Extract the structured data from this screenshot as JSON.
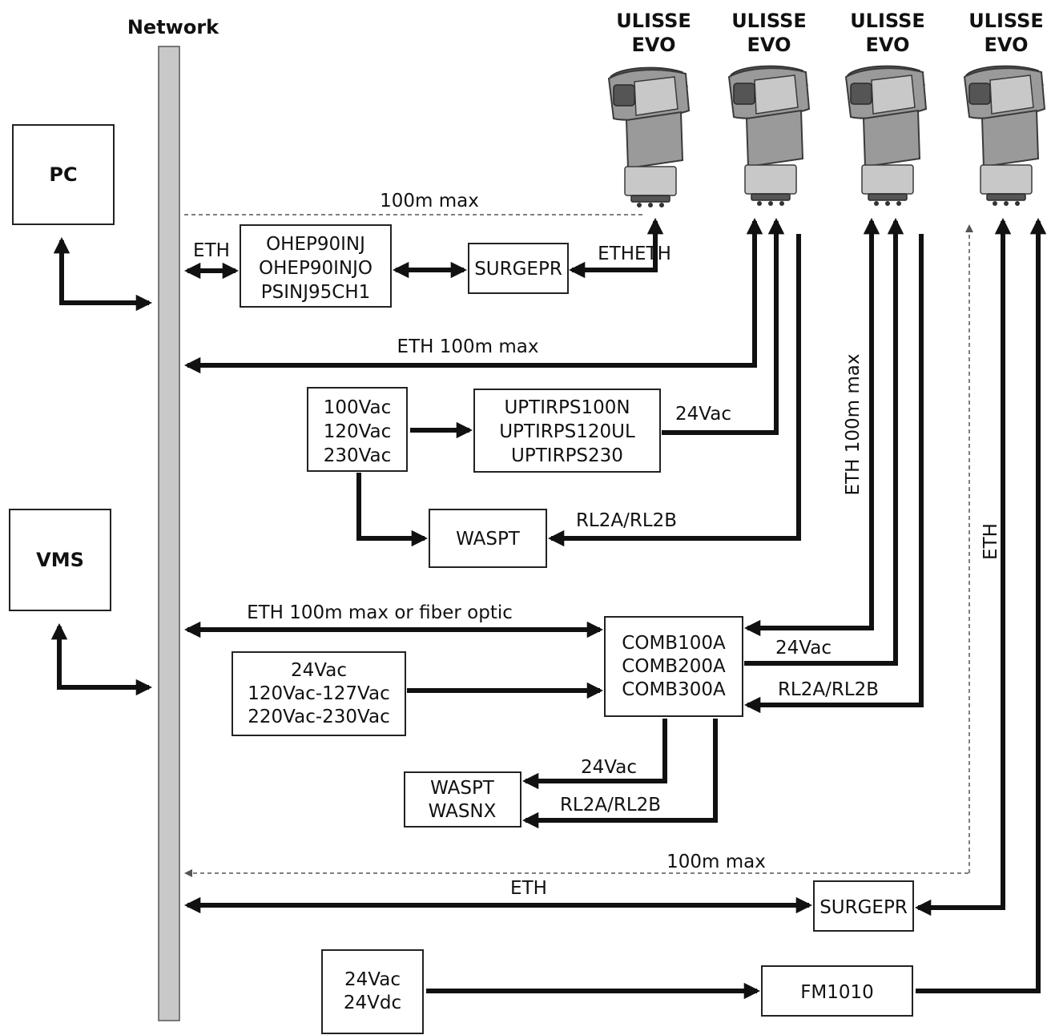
{
  "network_label": "Network",
  "side_boxes": {
    "pc": "PC",
    "vms": "VMS"
  },
  "cameras": [
    {
      "line1": "ULISSE",
      "line2": "EVO"
    },
    {
      "line1": "ULISSE",
      "line2": "EVO"
    },
    {
      "line1": "ULISSE",
      "line2": "EVO"
    },
    {
      "line1": "ULISSE",
      "line2": "EVO"
    }
  ],
  "boxes": {
    "injector": [
      "OHEP90INJ",
      "OHEP90INJO",
      "PSINJ95CH1"
    ],
    "surgepr_top": "SURGEPR",
    "mains_a": [
      "100Vac",
      "120Vac",
      "230Vac"
    ],
    "uptirps": [
      "UPTIRPS100N",
      "UPTIRPS120UL",
      "UPTIRPS230"
    ],
    "waspt_a": "WASPT",
    "comb": [
      "COMB100A",
      "COMB200A",
      "COMB300A"
    ],
    "mains_b": [
      "24Vac",
      "120Vac-127Vac",
      "220Vac-230Vac"
    ],
    "waspt_b": [
      "WASPT",
      "WASNX"
    ],
    "surgepr_bottom": "SURGEPR",
    "mains_c": [
      "24Vac",
      "24Vdc"
    ],
    "fm1010": "FM1010"
  },
  "wire_labels": {
    "dist_top": "100m max",
    "eth_left": "ETH",
    "eth_eth": "ETHETH",
    "eth_100m": "ETH 100m max",
    "vac24_a": "24Vac",
    "rl_a": "RL2A/RL2B",
    "eth_fiber": "ETH 100m max or fiber optic",
    "vac24_b": "24Vac",
    "rl_b": "RL2A/RL2B",
    "eth_vertical": "ETH 100m max",
    "vac24_c": "24Vac",
    "rl_c": "RL2A/RL2B",
    "eth_vertical_right": "ETH",
    "dist_bottom": "100m max",
    "eth_bottom": "ETH"
  }
}
